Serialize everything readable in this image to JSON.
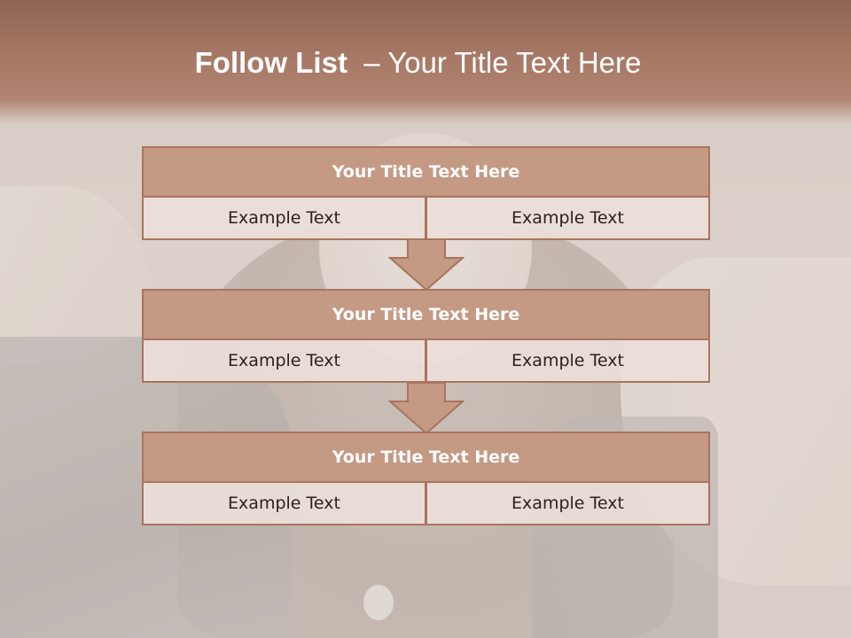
{
  "slide": {
    "title_bold": "Follow List",
    "title_rest": "  – Your Title Text Here"
  },
  "blocks": [
    {
      "title": "Your Title Text Here",
      "left": "Example Text",
      "right": "Example Text"
    },
    {
      "title": "Your Title Text Here",
      "left": "Example Text",
      "right": "Example Text"
    },
    {
      "title": "Your Title Text Here",
      "left": "Example Text",
      "right": "Example Text"
    }
  ],
  "colors": {
    "header": "#a67865",
    "block_title_fill": "#c49a84",
    "border": "#a9745f",
    "cell_fill": "#ecded9",
    "arrow_fill": "#c49a84"
  },
  "icons": [
    "down-arrow-icon"
  ]
}
